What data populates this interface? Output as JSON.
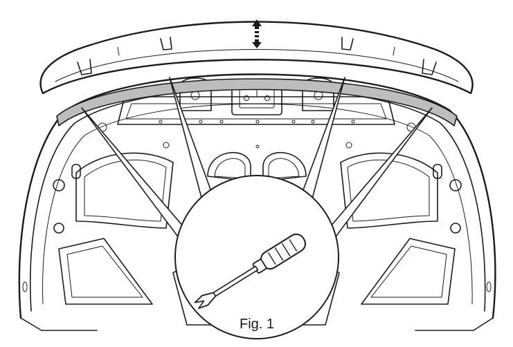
{
  "figure": {
    "caption": "Fig. 1"
  },
  "parts": {
    "spoiler": "rear-spoiler",
    "hood": "trunk-lid-inner-panel",
    "seal": "weatherstrip-seal",
    "tool": "screwdriver-icon",
    "arrow": "double-arrow-icon"
  },
  "colors": {
    "stroke": "#1a1a1a",
    "seal_fill": "#bdbdbd",
    "background": "#ffffff"
  }
}
